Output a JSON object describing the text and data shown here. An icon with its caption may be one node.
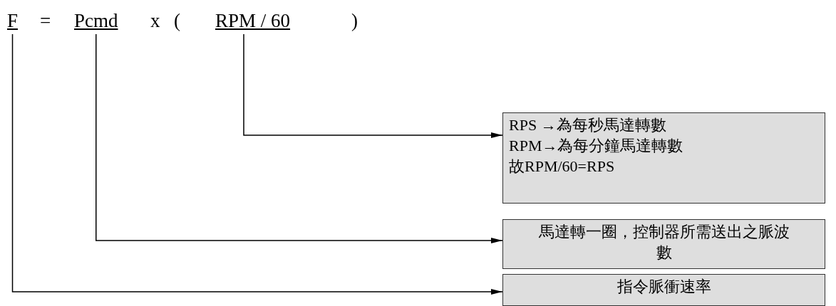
{
  "diagram": {
    "nodes": [
      {
        "text": [
          "F"
        ]
      },
      {
        "text": [
          "Pcmd"
        ]
      },
      {
        "text": [
          "RPM / 60"
        ]
      },
      {
        "text": [
          "RPS →為每秒馬達轉數",
          "RPM→為每分鐘馬達轉數",
          "故RPM/60=RPS"
        ]
      },
      {
        "text": [
          "馬達轉一圈，控制器所需送出之脈波數"
        ]
      },
      {
        "text": [
          "指令脈衝速率"
        ]
      }
    ],
    "edges": [
      {
        "from": 2,
        "to": 3,
        "arrow": "to"
      },
      {
        "from": 1,
        "to": 4,
        "arrow": "to"
      },
      {
        "from": 0,
        "to": 5,
        "arrow": "to"
      }
    ],
    "labels": [
      "=",
      "x",
      "(",
      ")"
    ]
  }
}
